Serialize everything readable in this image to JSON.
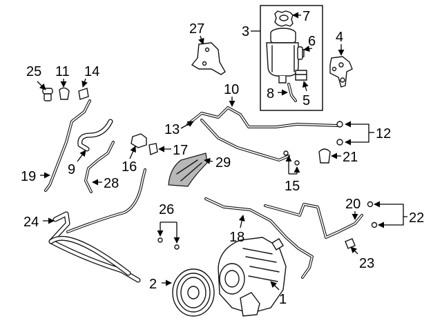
{
  "diagram": {
    "labels": {
      "p1": "1",
      "p2": "2",
      "p3": "3",
      "p4": "4",
      "p5": "5",
      "p6": "6",
      "p7": "7",
      "p8": "8",
      "p9": "9",
      "p10": "10",
      "p11": "11",
      "p12": "12",
      "p13": "13",
      "p14": "14",
      "p15": "15",
      "p16": "16",
      "p17": "17",
      "p18": "18",
      "p19": "19",
      "p20": "20",
      "p21": "21",
      "p22": "22",
      "p23": "23",
      "p24": "24",
      "p25": "25",
      "p26": "26",
      "p27": "27",
      "p28": "28",
      "p29": "29"
    },
    "colors": {
      "ink": "#111111",
      "shade": "#b8b8b8",
      "background": "#ffffff"
    }
  }
}
